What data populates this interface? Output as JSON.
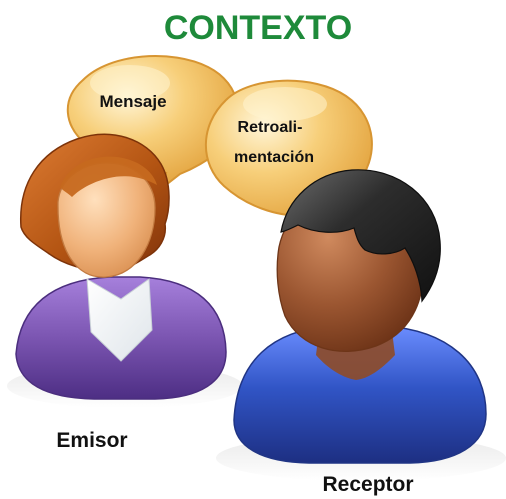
{
  "diagram": {
    "title": "CONTEXTO",
    "bubbles": {
      "message": "Mensaje",
      "feedback_line1": "Retroali-",
      "feedback_line2": "mentación"
    },
    "people": {
      "sender": "Emisor",
      "receiver": "Receptor"
    }
  },
  "colors": {
    "title": "#1e8a3a",
    "bubble_fill": "#f3ba57",
    "bubble_highlight": "#fff2c6",
    "sender_hair": "#b45513",
    "sender_shirt": "#7b55b1",
    "receiver_hair": "#2d2d2d",
    "receiver_skin": "#9b5631",
    "receiver_shirt": "#3155c6",
    "text": "#111111"
  },
  "icons": {
    "message_bubble": "speech-bubble-icon",
    "feedback_bubble": "speech-bubble-icon",
    "sender": "female-user-icon",
    "receiver": "male-user-icon"
  }
}
